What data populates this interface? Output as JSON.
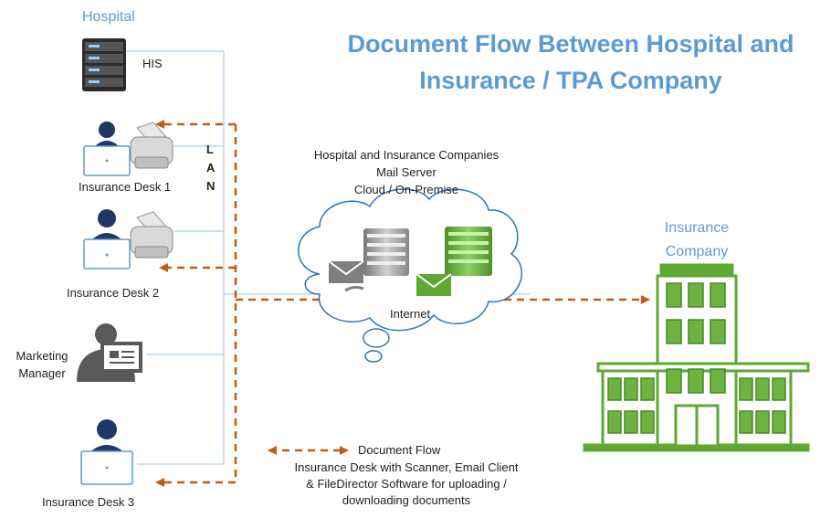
{
  "title_line1": "Document Flow Between Hospital and",
  "title_line2": "Insurance / TPA Company",
  "hospital_label": "Hospital",
  "his_label": "HIS",
  "lan_letters": [
    "L",
    "A",
    "N"
  ],
  "desks": [
    {
      "label": "Insurance Desk 1"
    },
    {
      "label": "Insurance Desk 2"
    },
    {
      "label": "Marketing Manager"
    },
    {
      "label": "Insurance Desk 3"
    }
  ],
  "mail_server": {
    "line1": "Hospital and Insurance Companies",
    "line2": "Mail Server",
    "line3": "Cloud / On-Premise"
  },
  "internet_label": "Internet",
  "insurance_company": {
    "line1": "Insurance",
    "line2": "Company"
  },
  "legend": {
    "line1": "Document Flow",
    "line2": "Insurance Desk with Scanner, Email Client",
    "line3": "& FileDirector Software for uploading /",
    "line4": "downloading documents"
  },
  "colors": {
    "title": "#5b9bd5",
    "flow_arrow": "#c55a11",
    "lan_line": "#9dc3e6",
    "building": "#5fa832",
    "person": "#1f3864"
  }
}
